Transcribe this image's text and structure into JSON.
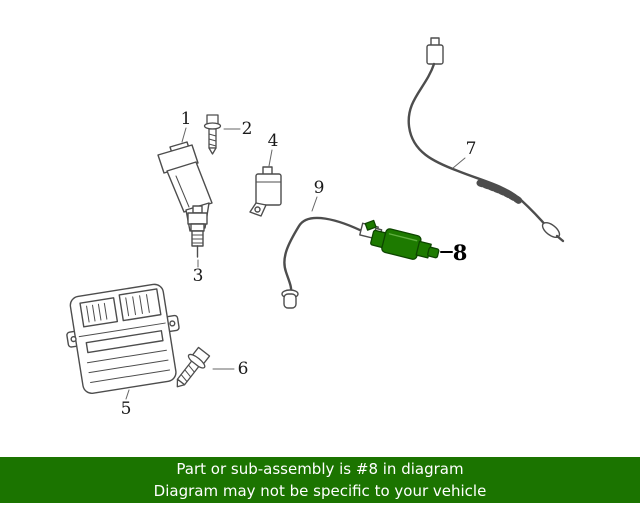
{
  "banner": {
    "line1": "Part or sub-assembly is #8 in diagram",
    "line2": "Diagram may not be specific to your vehicle"
  },
  "colors": {
    "banner_bg": "#1b7400",
    "banner_text": "#ffffff",
    "diagram_line": "#4d4d4d",
    "highlight_green": "#1d7a00",
    "highlight_outline": "#0d4500",
    "label_text": "#1a1a1a"
  },
  "parts": [
    {
      "label": "1",
      "name": "ignition-coil",
      "highlighted": false
    },
    {
      "label": "2",
      "name": "coil-bolt",
      "highlighted": false
    },
    {
      "label": "3",
      "name": "spark-plug",
      "highlighted": false
    },
    {
      "label": "4",
      "name": "condenser",
      "highlighted": false
    },
    {
      "label": "5",
      "name": "engine-control-module",
      "highlighted": false
    },
    {
      "label": "6",
      "name": "module-bolt",
      "highlighted": false
    },
    {
      "label": "7",
      "name": "extension-wire",
      "highlighted": false
    },
    {
      "label": "8",
      "name": "camshaft-position-sensor",
      "highlighted": true
    },
    {
      "label": "9",
      "name": "crankshaft-position-sensor",
      "highlighted": false
    }
  ]
}
